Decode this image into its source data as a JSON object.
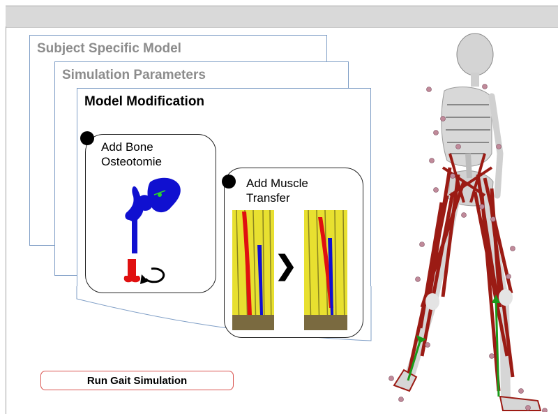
{
  "panels": {
    "subject_specific_model": "Subject Specific Model",
    "simulation_parameters": "Simulation Parameters",
    "model_modification": "Model Modification"
  },
  "cards": {
    "bone": {
      "line1": "Add Bone",
      "line2": "Osteotomie"
    },
    "muscle": {
      "line1": "Add Muscle",
      "line2": "Transfer",
      "arrow": "❯"
    }
  },
  "actions": {
    "run_label": "Run Gait Simulation"
  },
  "colors": {
    "bone_blue": "#1010d0",
    "bone_red": "#e01010",
    "muscle_red": "#9b1b14",
    "accent": "#d9534f"
  }
}
